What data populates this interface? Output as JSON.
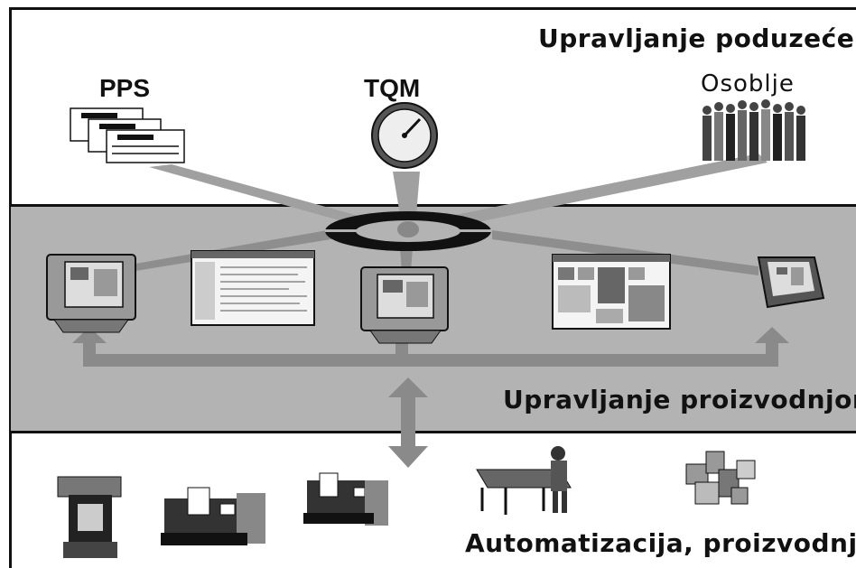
{
  "labels": {
    "management": "Upravljanje poduzećem",
    "staff": "Osoblje",
    "pps": "PPS",
    "tqm": "TQM",
    "production_control": "Upravljanje proizvodnjom",
    "automation": "Automatizacija, proizvodnja"
  },
  "colors": {
    "band_gray": "#b3b3b3",
    "arrow_gray": "#8a8a8a",
    "beam_gray": "#9a9a9a",
    "ink": "#111111"
  },
  "icons": [
    "document-stack-icon",
    "pressure-gauge-icon",
    "people-group-icon",
    "ring-hub-icon",
    "crt-monitor-icon",
    "software-window-icon",
    "touch-panel-icon",
    "press-machine-icon",
    "cnc-machine-icon",
    "conveyor-worker-icon",
    "robot-cell-icon"
  ]
}
